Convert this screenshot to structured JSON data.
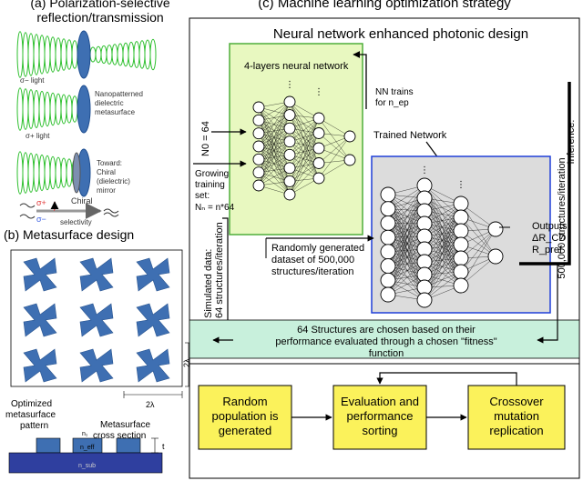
{
  "panel_a": {
    "title_line1": "(a) Polarization-selective",
    "title_line2": "reflection/transmission",
    "sigma_minus_light": "σ− light",
    "metasurface_label": [
      "Nanopatterned",
      "dielectric",
      "metasurface"
    ],
    "sigma_plus_light": "σ+ light",
    "mirror_label": [
      "Toward:",
      "Chiral",
      "(dielectric)",
      "mirror"
    ],
    "sigma_plus_sym": "σ+",
    "sigma_minus_sym": "σ−",
    "chiral_label": "Chiral",
    "selectivity_label": "selectivity"
  },
  "panel_b": {
    "title": "(b) Metasurface design",
    "period_label": "2λ",
    "optimized_label": [
      "Optimized",
      "metasurface",
      "pattern"
    ],
    "cross_label": [
      "Metasurface",
      "cross section"
    ],
    "n1_label": "n₁",
    "neff_label": "n_eff",
    "nsub_label": "n_sub",
    "t_label": "t"
  },
  "panel_c": {
    "title": "(c) Machine learning optimization strategy",
    "box_title": "Neural network enhanced photonic design",
    "nn_title": "4-layers neural network",
    "nn_trains": [
      "NN trains",
      "for n_ep"
    ],
    "n0": "N0 = 64",
    "growing": [
      "Growing",
      "training",
      "set:",
      "Nₙ = n*64"
    ],
    "trained_network": "Trained Network",
    "random_dataset": [
      "Randomly generated",
      "dataset of 500,000",
      "structures/iteration"
    ],
    "outputs": [
      "Outputs:",
      "ΔR_CD",
      "R_pref"
    ],
    "inference": [
      "Inference:",
      "500,000 structures/iteration"
    ],
    "simulated": [
      "Simulated data:",
      "64 structures/iteration"
    ],
    "chosen": [
      "64 Structures are chosen based on their",
      "performance evaluated through a chosen \"fitness\"",
      "function"
    ],
    "step1": [
      "Random",
      "population is",
      "generated"
    ],
    "step2": [
      "Evaluation and",
      "performance",
      "sorting"
    ],
    "step3": [
      "Crossover",
      "mutation",
      "replication"
    ]
  },
  "colors": {
    "nn_box_fill": "#e8f8c0",
    "nn_box_stroke": "#4fae3a",
    "trained_fill": "#dcdcdc",
    "trained_stroke": "#1f3fd8",
    "chosen_fill": "#c8f0dc",
    "step_fill": "#fbf25b",
    "metasurface_fill": "#3e6fb2",
    "beam_green": "#2fc02f",
    "red_sigma": "#e23b3b",
    "blue_sigma": "#3b5fe2"
  }
}
